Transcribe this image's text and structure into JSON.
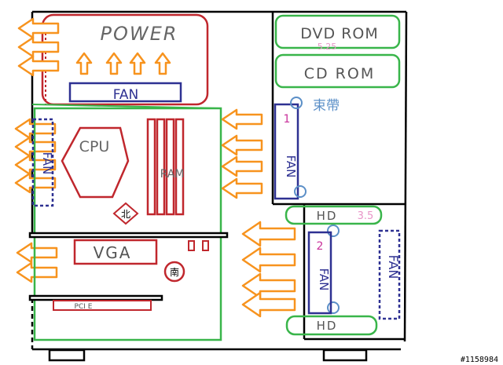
{
  "labels": {
    "power": "POWER",
    "fan_top": "FAN",
    "dvd": "DVD ROM",
    "dvd_size": "5.25",
    "cd": "CD ROM",
    "fan1_num": "1",
    "fan1_text": "FAN",
    "cable_tie": "束帶",
    "cpu": "CPU",
    "ram": "RAM",
    "north_bridge": "北",
    "fan_left": "FAN",
    "vga": "VGA",
    "south_bridge": "南",
    "pcie": "PCI E",
    "hd_top": "HD",
    "hd_size": "3.5",
    "fan2_num": "2",
    "fan2_text": "FAN",
    "fan_right": "FAN",
    "hd_bottom": "HD",
    "watermark": "#1158984"
  },
  "colors": {
    "case_outline": "#000000",
    "power": "#c0272d",
    "fan": "#2e3192",
    "drive_bay": "#39b54a",
    "motherboard": "#39b54a",
    "arrow": "#f7931e",
    "label_gray": "#666666",
    "pink": "#e895c8",
    "magenta": "#c8319b",
    "cable_tie": "#5b8fc7"
  }
}
